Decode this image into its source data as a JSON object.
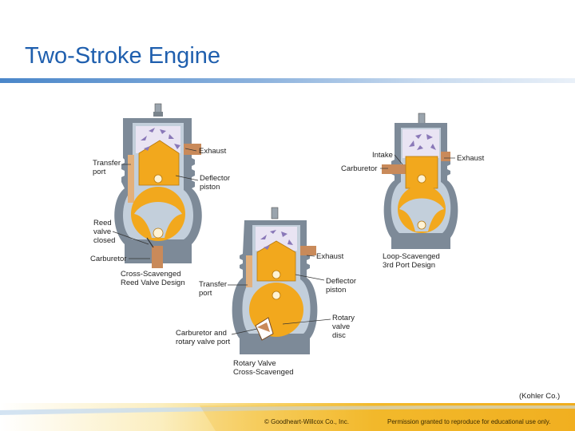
{
  "slide": {
    "title": "Two-Stroke Engine",
    "credit": "(Kohler Co.)"
  },
  "engines": {
    "reed": {
      "labels": {
        "transfer_port": "Transfer\nport",
        "exhaust": "Exhaust",
        "deflector_piston": "Deflector\npiston",
        "reed_valve": "Reed\nvalve\nclosed",
        "carburetor": "Carburetor"
      },
      "caption": "Cross-Scavenged\nReed Valve Design"
    },
    "loop": {
      "labels": {
        "intake": "Intake",
        "exhaust": "Exhaust",
        "carburetor": "Carburetor"
      },
      "caption": "Loop-Scavenged\n3rd Port Design"
    },
    "rotary": {
      "labels": {
        "exhaust": "Exhaust",
        "deflector_piston": "Deflector\npiston",
        "transfer_port": "Transfer\nport",
        "rotary_disc": "Rotary\nvalve\ndisc",
        "carb_rotary": "Carburetor and\nrotary valve port"
      },
      "caption": "Rotary Valve\nCross-Scavenged"
    }
  },
  "footer": {
    "copyright": "© Goodheart-Willcox Co., Inc.",
    "permission": "Permission granted to reproduce for educational use only."
  },
  "colors": {
    "title": "#1f5fae",
    "casing": "#7d8a98",
    "casing_inner": "#c3cfdb",
    "piston": "#f2a81d",
    "exhaust_port": "#c98a5a",
    "gas_arrows": "#8a78b8"
  }
}
